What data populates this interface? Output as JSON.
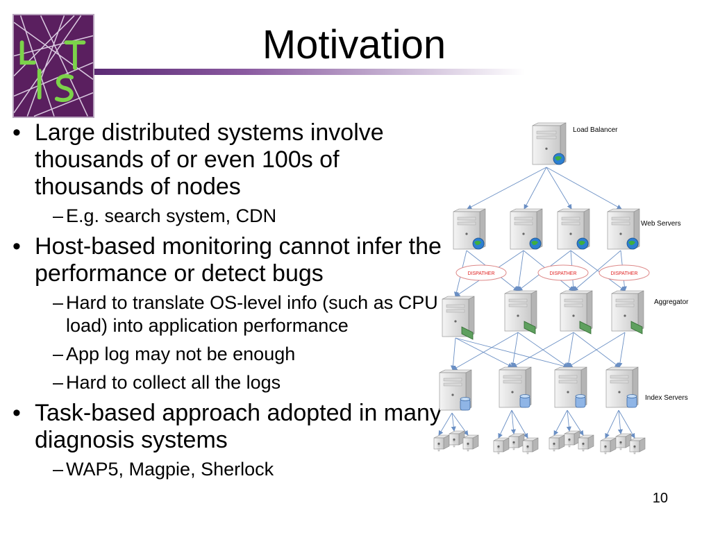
{
  "slide": {
    "title": "Motivation",
    "page_number": "10"
  },
  "bullets": [
    {
      "text": "Large distributed systems involve thousands of or even 100s of thousands of nodes",
      "sub": [
        "E.g. search system, CDN"
      ]
    },
    {
      "text": "Host-based monitoring cannot infer the performance or detect bugs",
      "sub": [
        "Hard to translate OS-level info (such as CPU load) into application performance",
        "App log may not be enough",
        "Hard to collect all the logs"
      ]
    },
    {
      "text": "Task-based approach adopted in many diagnosis systems",
      "sub": [
        "WAP5, Magpie, Sherlock"
      ]
    }
  ],
  "diagram": {
    "tiers": {
      "load_balancer": "Load Balancer",
      "web_servers": "Web Servers",
      "aggregator": "Aggregator",
      "index_servers": "Index Servers"
    },
    "dispatcher_label": "DISPATHER"
  },
  "colors": {
    "logo_bg": "#5a1f5f",
    "logo_glyph": "#7cd34a",
    "title_bar_start": "#5b2a74",
    "dispatcher_text": "#e02020",
    "arrow": "#6a8fc4"
  }
}
